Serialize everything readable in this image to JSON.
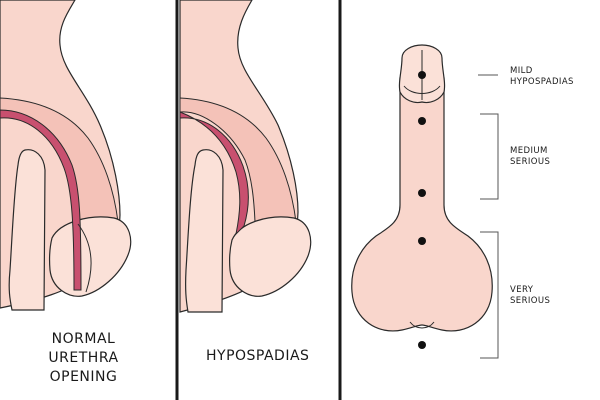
{
  "panels": {
    "normal": {
      "label_lines": [
        "NORMAL",
        "URETHRA",
        "OPENING"
      ]
    },
    "hypospadias": {
      "label": "HYPOSPADIAS"
    },
    "severity": {
      "mild_lines": [
        "MILD",
        "HYPOSPADIAS"
      ],
      "medium_lines": [
        "MEDIUM",
        "SERIOUS"
      ],
      "very_lines": [
        "VERY",
        "SERIOUS"
      ]
    }
  },
  "colors": {
    "skin": "#f9d6cc",
    "skin_light": "#fbe1d8",
    "urethra": "#c8506f",
    "outline": "#2a2a2a",
    "dot": "#111111",
    "divider": "#1a1a1a",
    "bracket": "#555555"
  }
}
